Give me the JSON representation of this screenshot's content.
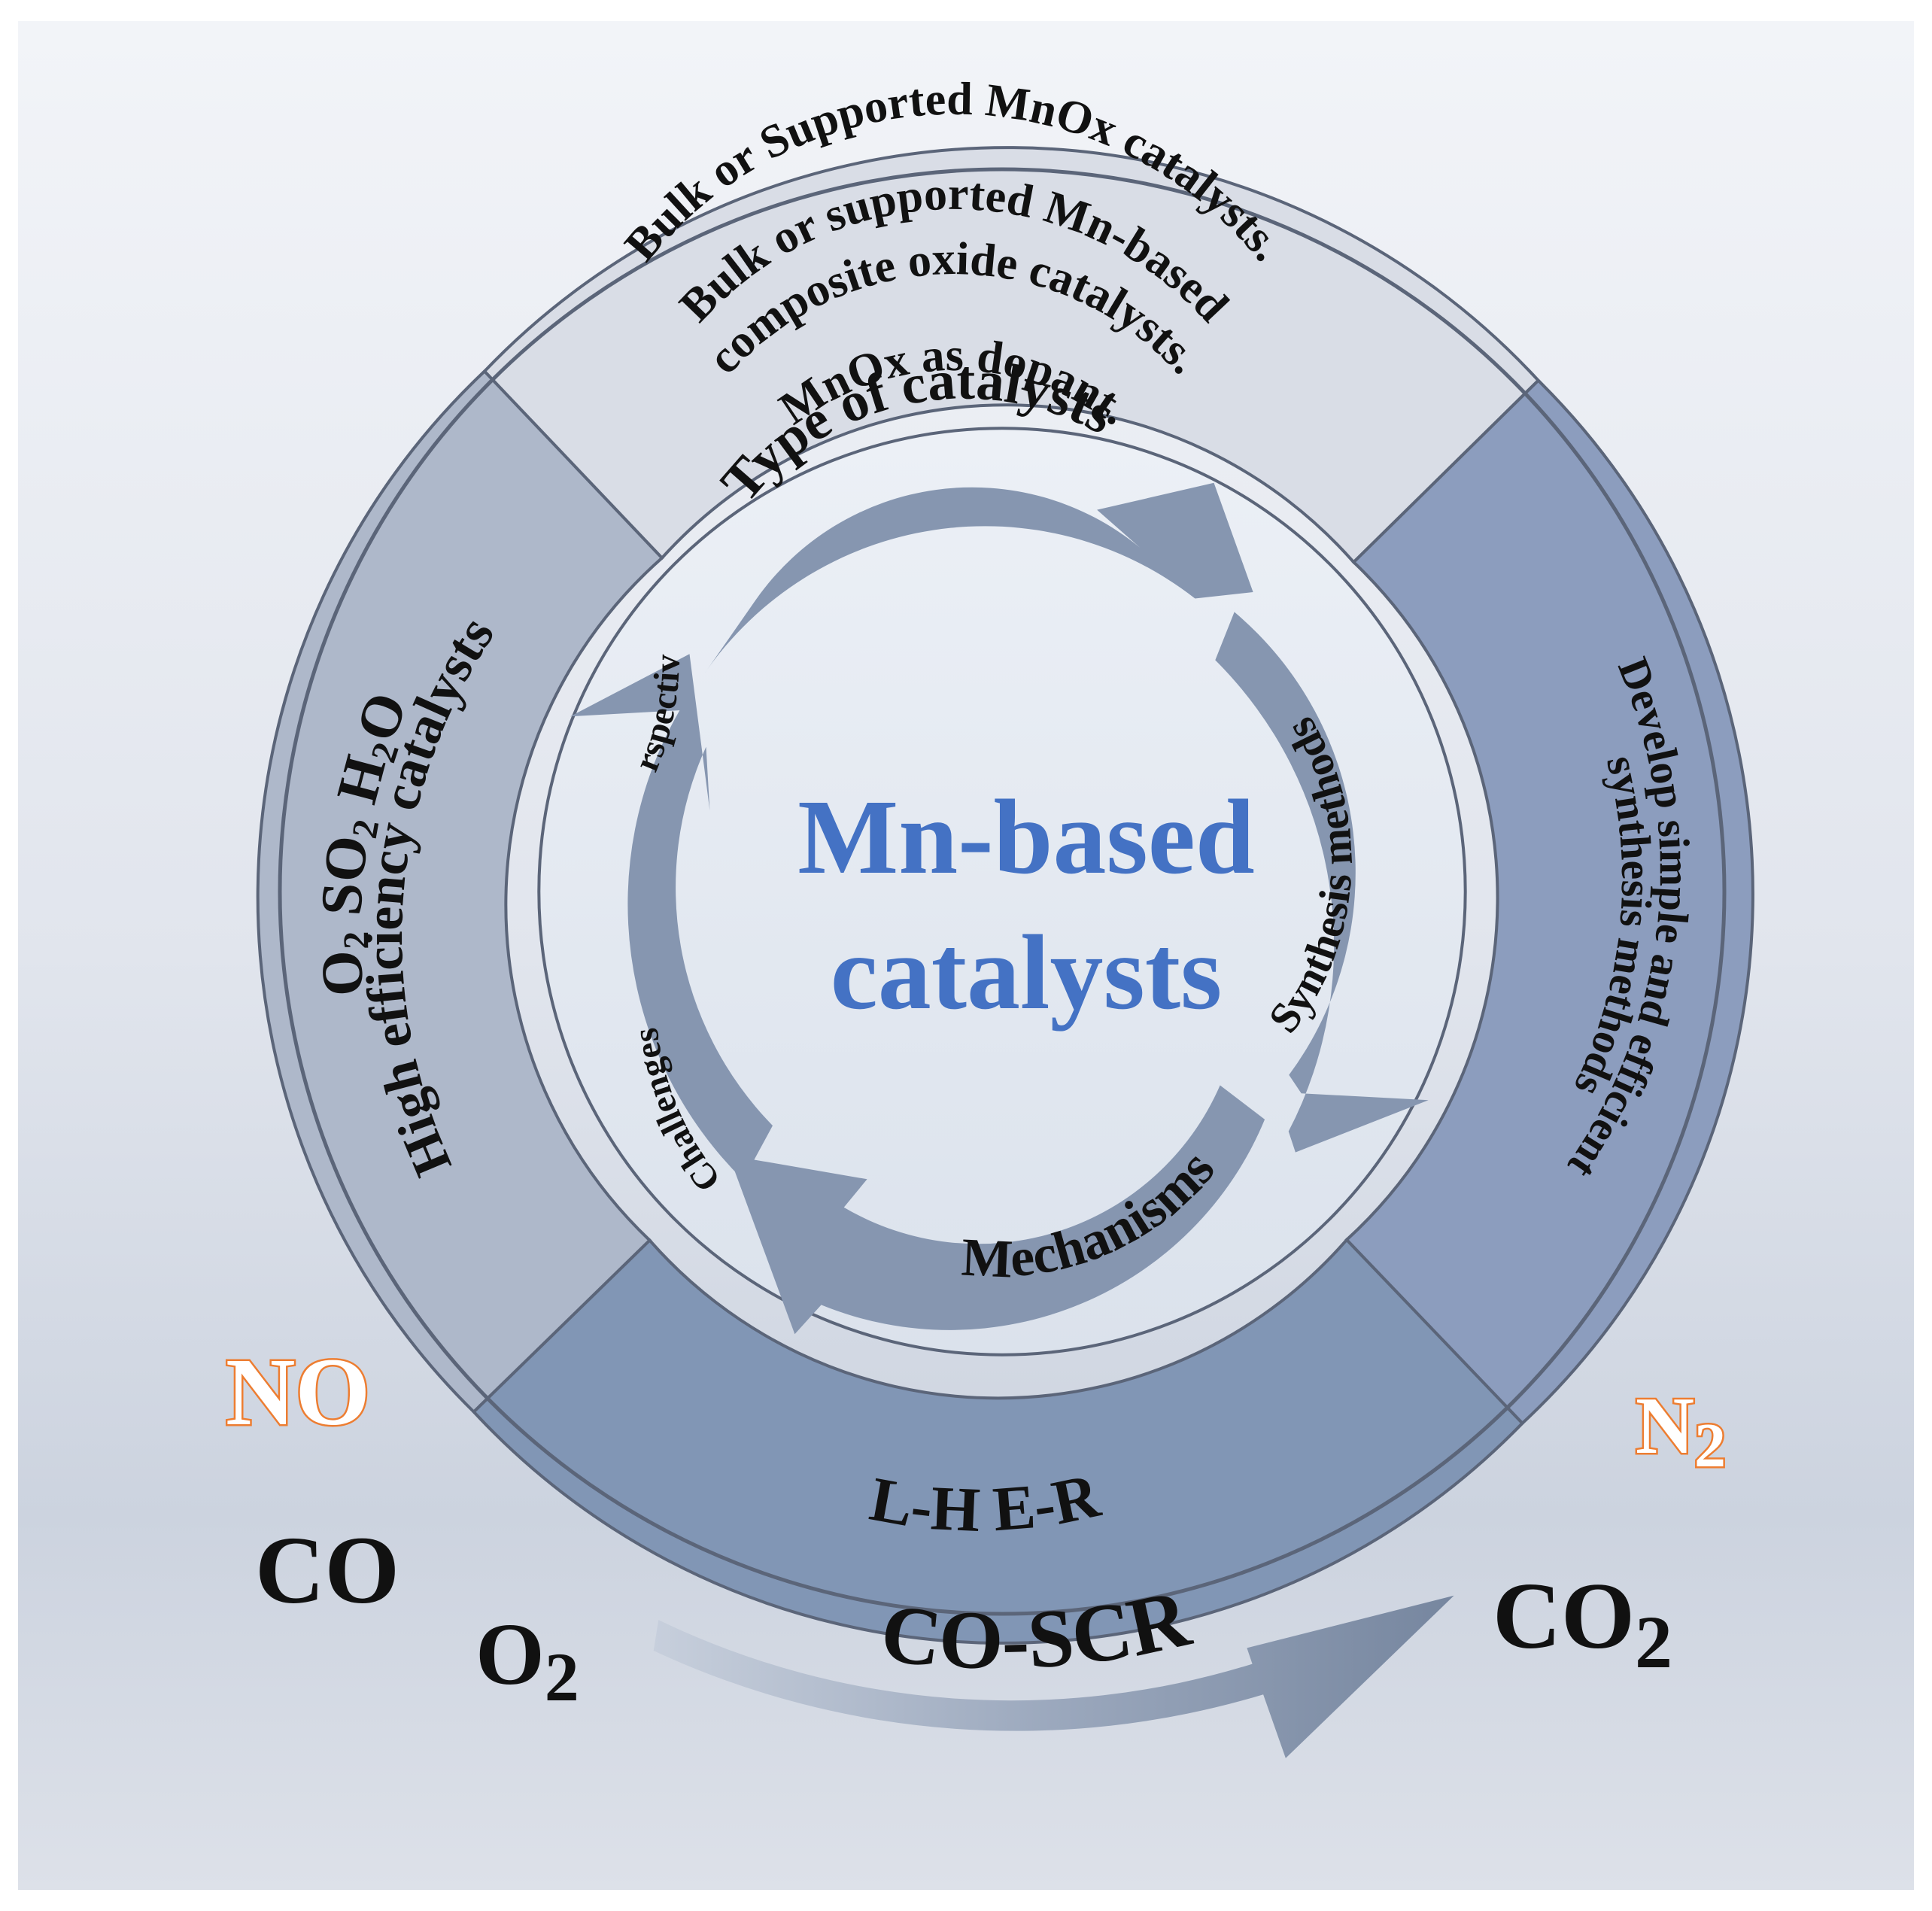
{
  "center": {
    "line1": "Mn-based",
    "line2": "catalysts"
  },
  "outer_sectors": {
    "top": {
      "lines": [
        "Bulk or Supported MnOx catalysts.",
        "Bulk or supported Mn-based",
        "composite oxide catalysts.",
        "MnOx as dopant."
      ]
    },
    "right": {
      "lines": [
        "Develop simple and efficient",
        "synthesis methods"
      ]
    },
    "bottom": {
      "mech1": "L-H",
      "mech2": "E-R"
    },
    "left": {
      "species": [
        {
          "base": "O",
          "sub": "2"
        },
        {
          "base": "SO",
          "sub": "2"
        },
        {
          "base": "H",
          "sub": "2",
          "tail": "O"
        }
      ],
      "line2": "High efficiency catalysts"
    }
  },
  "inner_cycle": {
    "type": "Type of catalysts",
    "synthesis": "Synthesis methods",
    "mechanisms": "Mechanisms",
    "challenges": "Challenges",
    "perspectives": "Perspectives"
  },
  "reactants": {
    "no": "NO",
    "n2": {
      "base": "N",
      "sub": "2"
    },
    "co": "CO",
    "o2": {
      "base": "O",
      "sub": "2"
    },
    "co2": {
      "base": "CO",
      "sub": "2"
    },
    "process": "CO-SCR"
  },
  "colors": {
    "center_text": "#4472c4",
    "orange_text": "#ed7d31",
    "sector_top": "#d9dde6",
    "sector_right": "#8c9dbe",
    "sector_bottom": "#8196b5",
    "sector_left": "#aeb8ca",
    "arrow": "#8696b0"
  }
}
